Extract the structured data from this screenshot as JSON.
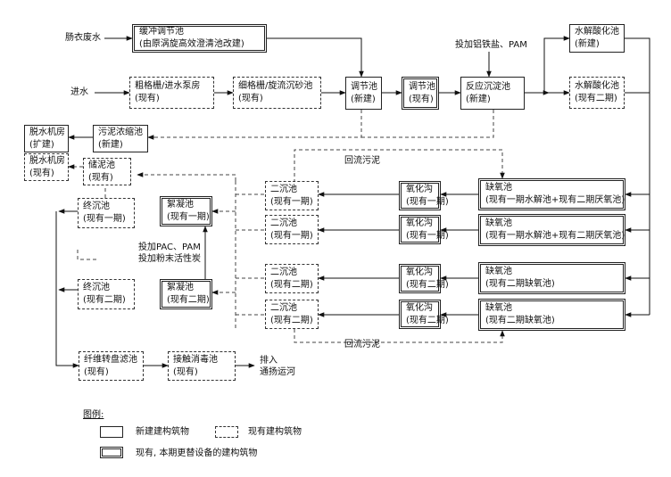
{
  "inputs": {
    "textile": "肠衣废水",
    "influent": "进水"
  },
  "nodes": {
    "buffer": {
      "l1": "缓冲调节池",
      "l2": "(由原涡旋高效澄清池改建)"
    },
    "coarse": {
      "l1": "粗格栅/进水泵房",
      "l2": "(现有)"
    },
    "fine": {
      "l1": "细格栅/旋流沉砂池",
      "l2": "(现有)"
    },
    "adj_new": {
      "l1": "调节池",
      "l2": "(新建)"
    },
    "adj_ex": {
      "l1": "调节池",
      "l2": "(现有)"
    },
    "react": {
      "l1": "反应沉淀池",
      "l2": "(新建)"
    },
    "hyd_new": {
      "l1": "水解酸化池",
      "l2": "(新建)"
    },
    "hyd_ex2": {
      "l1": "水解酸化池",
      "l2": "(现有二期)"
    },
    "dewater_new": {
      "l1": "脱水机房",
      "l2": "(扩建)"
    },
    "thicken": {
      "l1": "污泥浓缩池",
      "l2": "(新建)"
    },
    "dewater_ex": {
      "l1": "脱水机房",
      "l2": "(现有)"
    },
    "sludge_store": {
      "l1": "储泥池",
      "l2": "(现有)"
    },
    "final1": {
      "l1": "终沉池",
      "l2": "(现有一期)"
    },
    "floc1": {
      "l1": "絮凝池",
      "l2": "(现有一期)"
    },
    "sec1a": {
      "l1": "二沉池",
      "l2": "(现有一期)"
    },
    "sec1b": {
      "l1": "二沉池",
      "l2": "(现有一期)"
    },
    "ox1a": {
      "l1": "氧化沟",
      "l2": "(现有一期)"
    },
    "ox1b": {
      "l1": "氧化沟",
      "l2": "(现有一期)"
    },
    "anox1a": {
      "l1": "缺氧池",
      "l2": "(现有一期水解池+现有二期厌氧池)"
    },
    "anox1b": {
      "l1": "缺氧池",
      "l2": "(现有一期水解池+现有二期厌氧池)"
    },
    "final2": {
      "l1": "终沉池",
      "l2": "(现有二期)"
    },
    "floc2": {
      "l1": "絮凝池",
      "l2": "(现有二期)"
    },
    "sec2a": {
      "l1": "二沉池",
      "l2": "(现有二期)"
    },
    "sec2b": {
      "l1": "二沉池",
      "l2": "(现有二期)"
    },
    "ox2a": {
      "l1": "氧化沟",
      "l2": "(现有二期)"
    },
    "ox2b": {
      "l1": "氧化沟",
      "l2": "(现有二期)"
    },
    "anox2a": {
      "l1": "缺氧池",
      "l2": "(现有二期缺氧池)"
    },
    "anox2b": {
      "l1": "缺氧池",
      "l2": "(现有二期缺氧池)"
    },
    "disc": {
      "l1": "纤维转盘滤池",
      "l2": "(现有)"
    },
    "disinfect": {
      "l1": "接触消毒池",
      "l2": "(现有)"
    }
  },
  "annotations": {
    "dosing1": "投加铝铁盐、PAM",
    "dosing2_l1": "投加PAC、PAM",
    "dosing2_l2": "投加粉末活性炭",
    "return_top": "回流污泥",
    "return_bottom": "回流污泥",
    "discharge_l1": "排入",
    "discharge_l2": "通扬运河"
  },
  "legend": {
    "title": "图例:",
    "new": "新建建构筑物",
    "existing": "现有建构筑物",
    "upgrade": "现有, 本期更替设备的建构筑物"
  }
}
